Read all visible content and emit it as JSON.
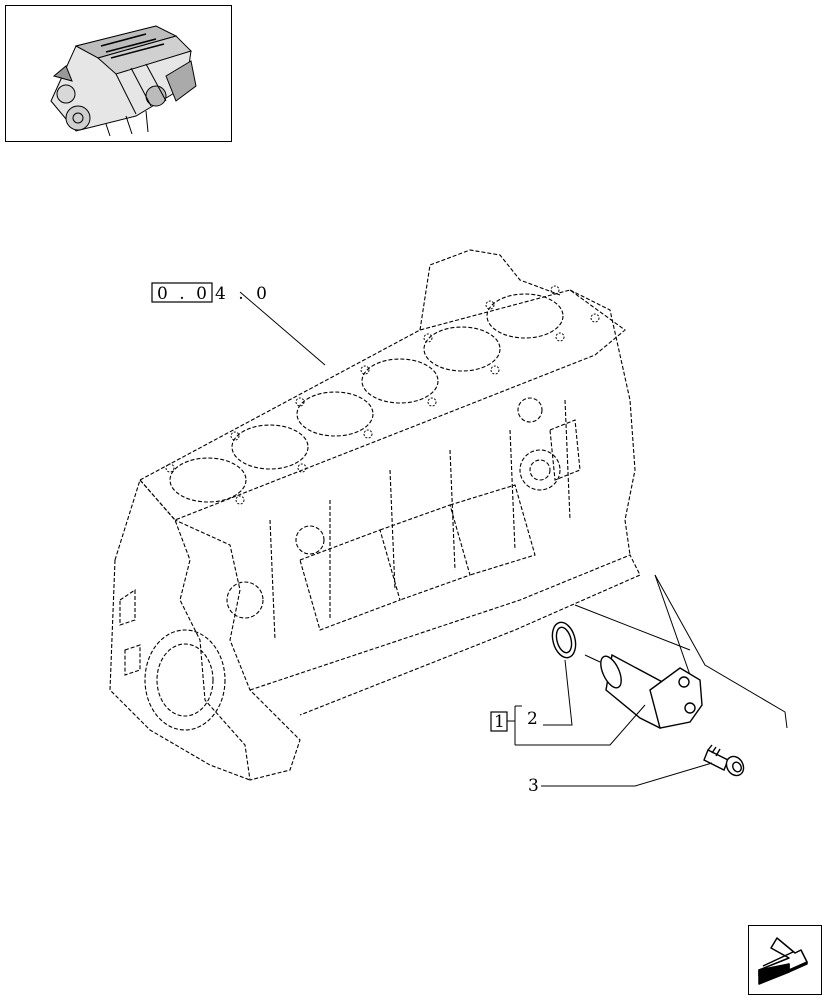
{
  "thumbnail": {
    "icon": "engine-thumbnail-icon"
  },
  "reference": {
    "boxed": "0 . 0",
    "suffix": "4 . 0"
  },
  "callouts": {
    "kit_box": "1",
    "item_2": "2",
    "item_3": "3"
  },
  "navigation": {
    "icon": "next-page-arrow-icon"
  }
}
